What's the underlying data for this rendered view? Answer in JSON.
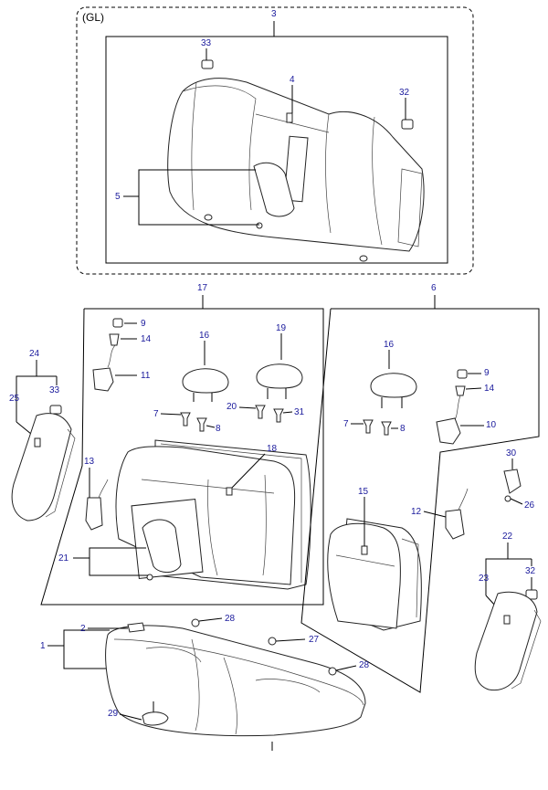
{
  "variant_label": "(GL)",
  "callouts": {
    "c1": "1",
    "c2": "2",
    "c3": "3",
    "c4": "4",
    "c5": "5",
    "c6": "6",
    "c7a": "7",
    "c7b": "7",
    "c8a": "8",
    "c8b": "8",
    "c9a": "9",
    "c9b": "9",
    "c10": "10",
    "c11": "11",
    "c12": "12",
    "c13": "13",
    "c14a": "14",
    "c14b": "14",
    "c15": "15",
    "c16a": "16",
    "c16b": "16",
    "c17": "17",
    "c18": "18",
    "c19": "19",
    "c20": "20",
    "c21": "21",
    "c22": "22",
    "c23": "23",
    "c24": "24",
    "c25": "25",
    "c26": "26",
    "c27": "27",
    "c28a": "28",
    "c28b": "28",
    "c29": "29",
    "c30": "30",
    "c31": "31",
    "c32a": "32",
    "c32b": "32",
    "c33a": "33",
    "c33b": "33"
  }
}
